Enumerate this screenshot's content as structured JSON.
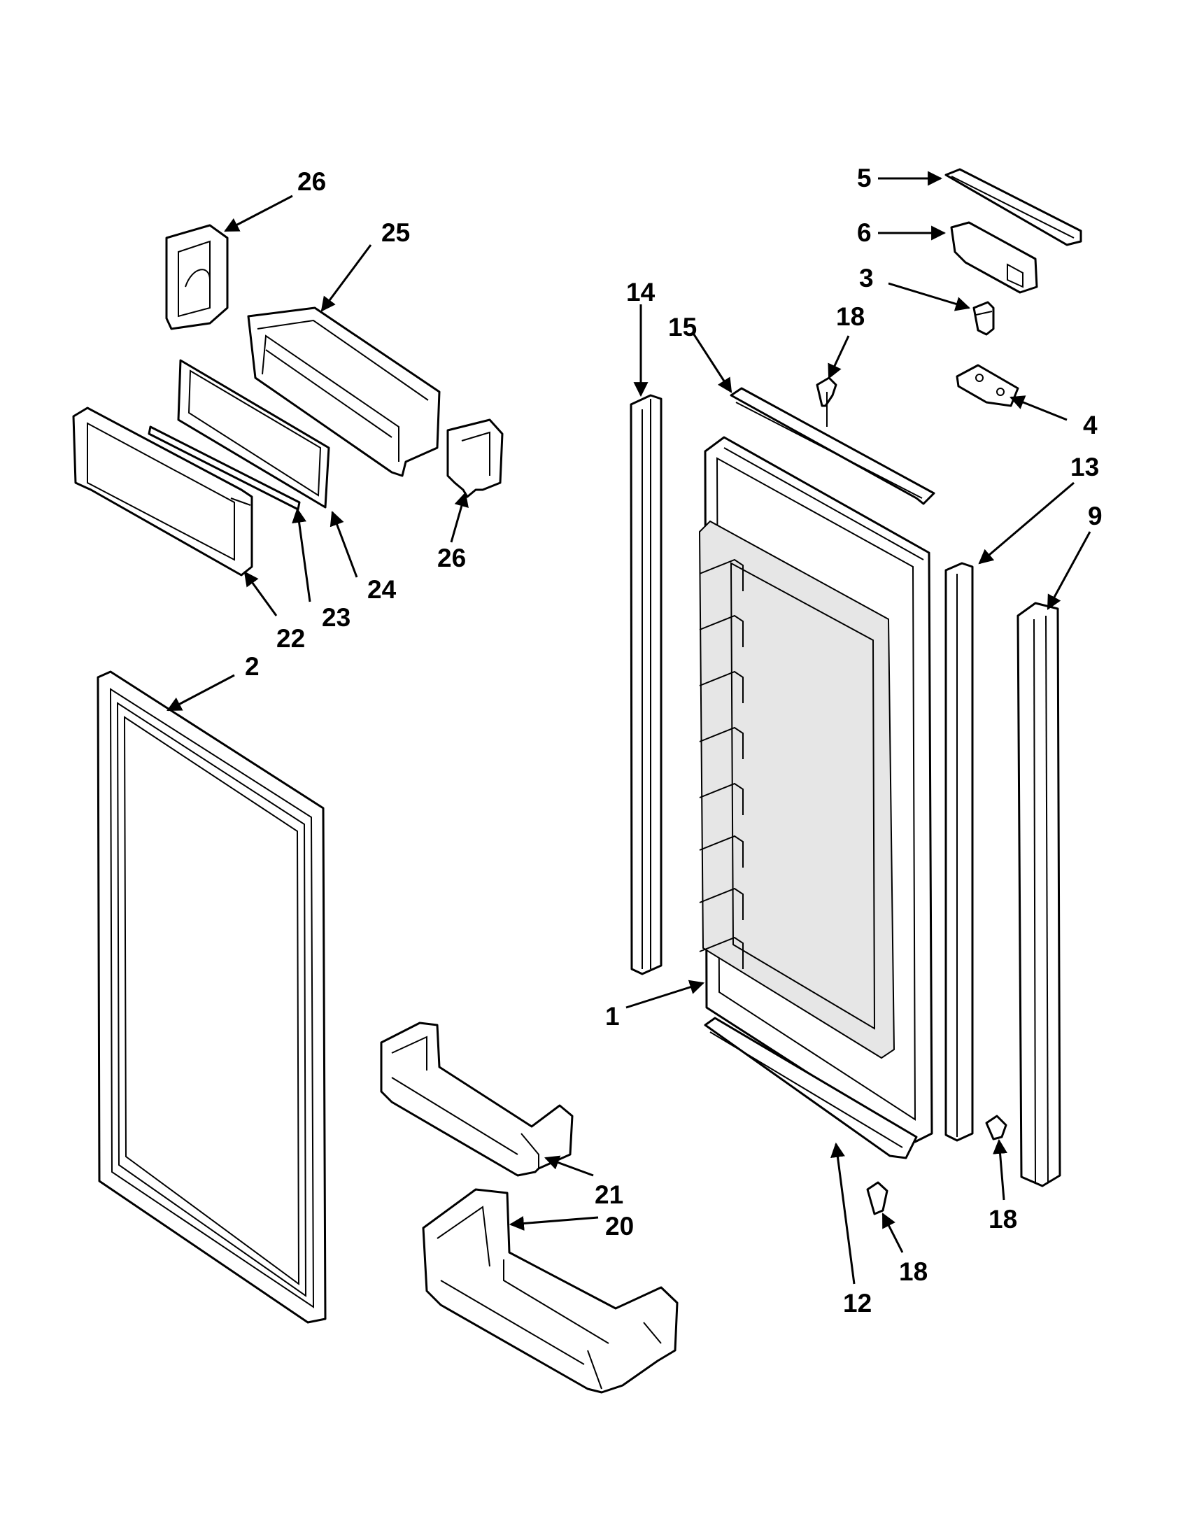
{
  "callouts": {
    "c1": "1",
    "c2": "2",
    "c3": "3",
    "c4": "4",
    "c5": "5",
    "c6": "6",
    "c9": "9",
    "c12": "12",
    "c13": "13",
    "c14": "14",
    "c15": "15",
    "c18a": "18",
    "c18b": "18",
    "c18c": "18",
    "c20": "20",
    "c21": "21",
    "c22": "22",
    "c23": "23",
    "c24": "24",
    "c25": "25",
    "c26a": "26",
    "c26b": "26"
  }
}
